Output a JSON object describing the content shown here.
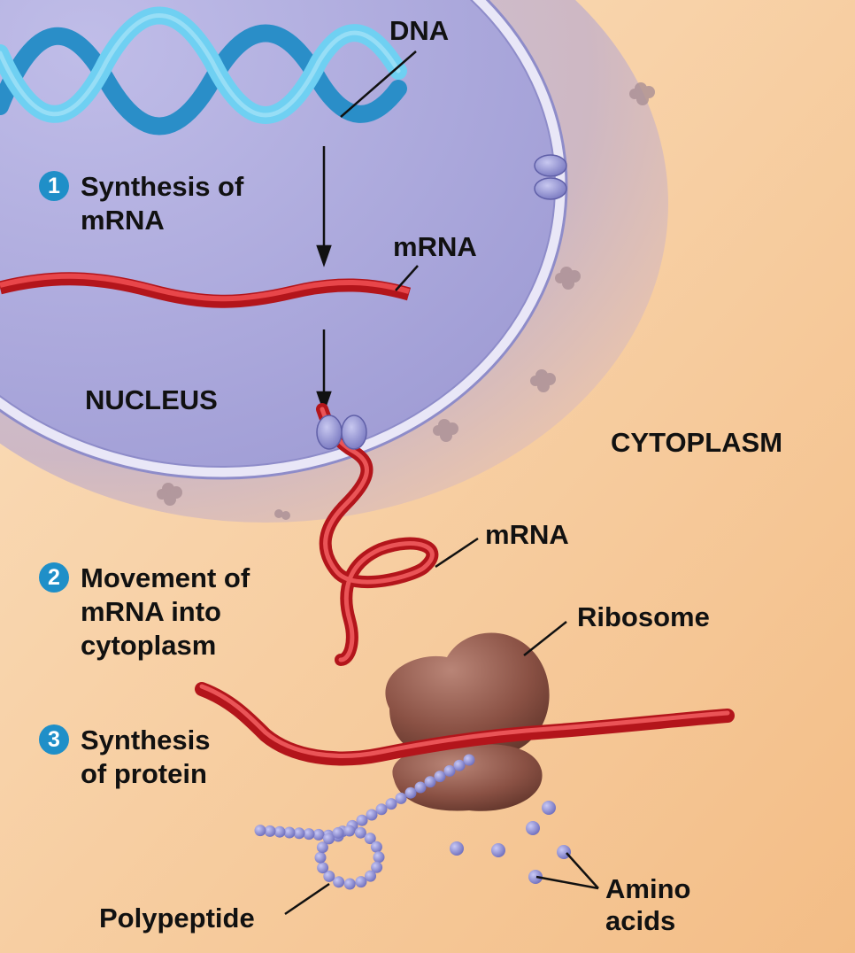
{
  "labels": {
    "dna": "DNA",
    "mrna_nucleus": "mRNA",
    "nucleus": "NUCLEUS",
    "cytoplasm": "CYTOPLASM",
    "mrna_cytoplasm": "mRNA",
    "ribosome": "Ribosome",
    "polypeptide": "Polypeptide",
    "amino_acids_line1": "Amino",
    "amino_acids_line2": "acids"
  },
  "steps": [
    {
      "number": "1",
      "line1": "Synthesis of",
      "line2": "mRNA"
    },
    {
      "number": "2",
      "line1": "Movement of",
      "line2": "mRNA into",
      "line3": "cytoplasm"
    },
    {
      "number": "3",
      "line1": "Synthesis",
      "line2": "of protein"
    }
  ],
  "colors": {
    "step_badge": "#1f8fc8",
    "dna": "#5bc0ea",
    "mrna": "#d8262a",
    "nucleus": "#b3b0de",
    "ribosome": "#8a5144",
    "amino_acid": "#8f8fd6",
    "cytoplasm": "#f6c99a"
  }
}
